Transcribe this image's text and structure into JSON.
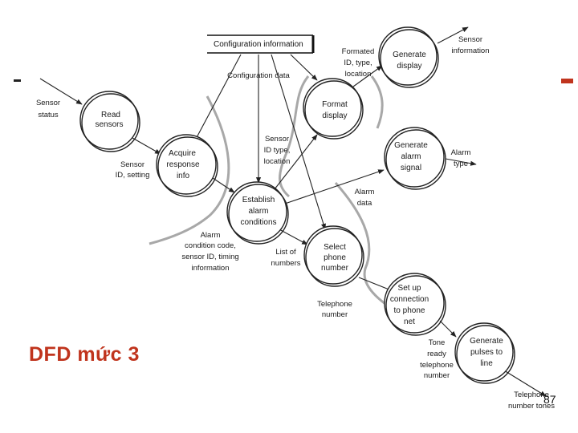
{
  "slide": {
    "title": "DFD  mức 3",
    "page_number": "87"
  },
  "store": {
    "label": "Configuration information"
  },
  "processes": {
    "read_sensors": [
      "Read",
      "sensors"
    ],
    "acquire_response_info": [
      "Acquire",
      "response",
      "info"
    ],
    "establish_alarm_conditions": [
      "Establish",
      "alarm",
      "conditions"
    ],
    "select_phone_number": [
      "Select",
      "phone",
      "number"
    ],
    "set_up_connection": [
      "Set up",
      "connection",
      "to phone",
      "net"
    ],
    "generate_pulses": [
      "Generate",
      "pulses to",
      "line"
    ],
    "generate_display": [
      "Generate",
      "display"
    ],
    "format_display": [
      "Format",
      "display"
    ],
    "generate_alarm_signal": [
      "Generate",
      "alarm",
      "signal"
    ]
  },
  "flows": {
    "sensor_status": [
      "Sensor",
      "status"
    ],
    "sensor_id_setting": [
      "Sensor",
      "ID, setting"
    ],
    "configuration_data": [
      "Configuration data"
    ],
    "sensor_id_type_location": [
      "Sensor",
      "ID type,",
      "location"
    ],
    "alarm_condition_code": [
      "Alarm",
      "condition code,",
      "sensor ID, timing",
      "information"
    ],
    "list_of_numbers": [
      "List of",
      "numbers"
    ],
    "alarm_data": [
      "Alarm",
      "data"
    ],
    "formated_id": [
      "Formated",
      "ID, type,",
      "location"
    ],
    "sensor_information": [
      "Sensor",
      "information"
    ],
    "alarm_type": [
      "Alarm",
      "type"
    ],
    "telephone_number": [
      "Telephone",
      "number"
    ],
    "tone_ready": [
      "Tone",
      "ready"
    ],
    "telephone_number_2": [
      "telephone",
      "number"
    ],
    "telephone_number_tones": [
      "Telephone",
      "number tones"
    ]
  }
}
